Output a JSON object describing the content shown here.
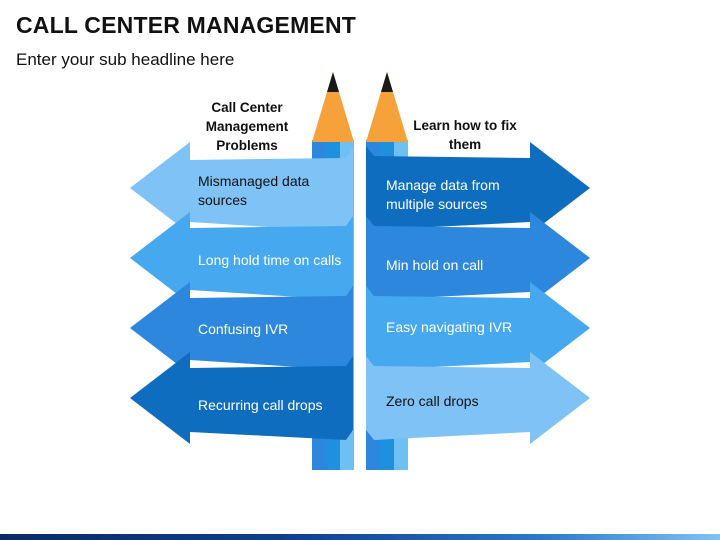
{
  "title": "CALL CENTER MANAGEMENT",
  "subtitle": "Enter your sub headline here",
  "left_heading": "Call Center Management Problems",
  "right_heading": "Learn how to fix them",
  "problems": [
    "Mismanaged data sources",
    "Long hold time on calls",
    "Confusing IVR",
    "Recurring call drops"
  ],
  "solutions": [
    "Manage data from multiple sources",
    "Min hold on call",
    "Easy navigating IVR",
    "Zero call drops"
  ],
  "colors": {
    "lightest": "#7fc2f5",
    "light": "#46a8ef",
    "medium": "#2c87dd",
    "dark": "#0f6dbf",
    "pencil_wood": "#f7a13a",
    "pencil_tip": "#1a1a1a",
    "pencil_body": "#1f8fdf"
  },
  "icons": [
    "pencil-icon",
    "left-arrow",
    "right-arrow"
  ]
}
